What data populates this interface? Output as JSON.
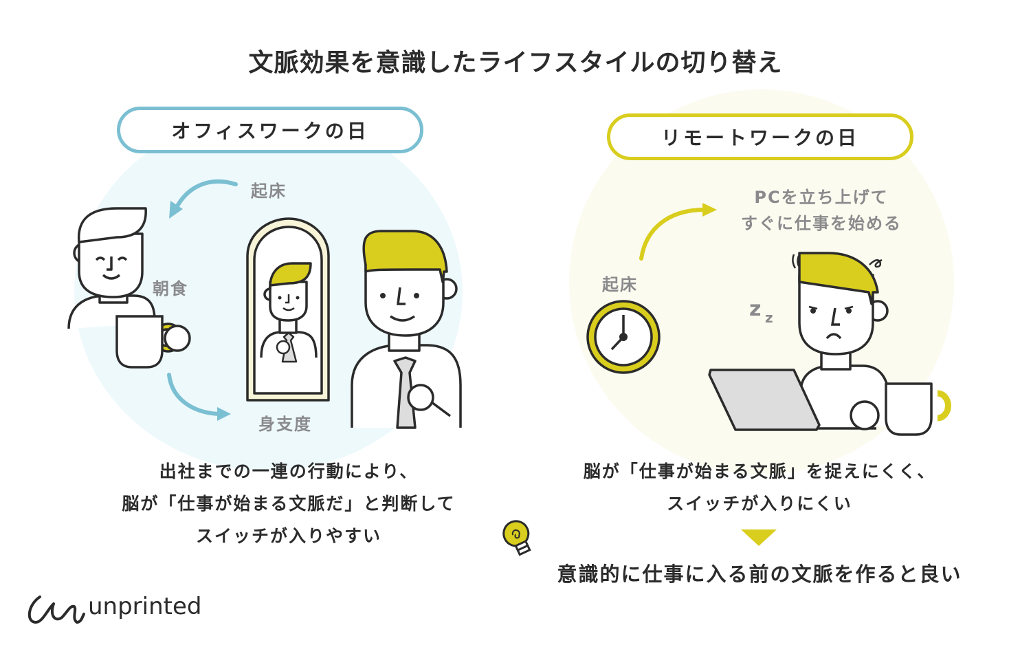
{
  "title": "文脈効果を意識したライフスタイルの切り替え",
  "office": {
    "label": "オフィスワークの日",
    "steps": {
      "wake": "起床",
      "breakfast": "朝食",
      "getready": "身支度"
    },
    "description": [
      "出社までの一連の行動により、",
      "脳が「仕事が始まる文脈だ」と判断して",
      "スイッチが入りやすい"
    ]
  },
  "remote": {
    "label": "リモートワークの日",
    "steps": {
      "wake": "起床",
      "start_line1": "PCを立ち上げて",
      "start_line2": "すぐに仕事を始める"
    },
    "sleepy_mark": "z",
    "sleepy_mark_small": "z",
    "description": [
      "脳が「仕事が始まる文脈」を捉えにくく、",
      "スイッチが入りにくい"
    ]
  },
  "conclusion": "意識的に仕事に入る前の文脈を作ると良い",
  "logo": {
    "text": "unprinted"
  },
  "icons": {
    "arrow_down": "triangle-down-icon",
    "bulb": "lightbulb-icon",
    "clock": "clock-icon",
    "mug": "mug-icon",
    "laptop": "laptop-icon",
    "mirror": "mirror-icon"
  },
  "colors": {
    "office_accent": "#7bbfd2",
    "remote_accent": "#d9cd1e",
    "office_bg": "#eef9fc",
    "remote_bg": "#fbfbf0",
    "text": "#2b2b2b",
    "muted": "#8a8a8c"
  }
}
